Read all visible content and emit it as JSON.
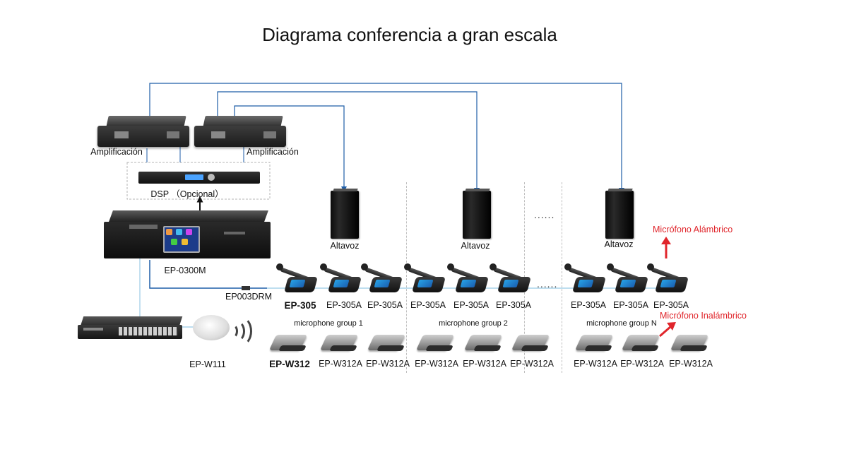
{
  "title": "Diagrama conferencia a gran escala",
  "amplifiers": [
    {
      "label": "Amplificación"
    },
    {
      "label": "Amplificación"
    }
  ],
  "dsp": {
    "label": "DSP （Opcional）"
  },
  "host": {
    "label": "EP-0300M"
  },
  "cable": {
    "label": "EP003DRM"
  },
  "access_point": {
    "label": "EP-W111"
  },
  "speakers": [
    {
      "label": "Altavoz"
    },
    {
      "label": "Altavoz"
    },
    {
      "label": "Altavoz"
    }
  ],
  "wired_annotation": "Micrófono Alámbrico",
  "wireless_annotation": "Micrófono Inalámbrico",
  "wired_mics": [
    {
      "label": "EP-305",
      "bold": true
    },
    {
      "label": "EP-305A"
    },
    {
      "label": "EP-305A"
    },
    {
      "label": "EP-305A"
    },
    {
      "label": "EP-305A"
    },
    {
      "label": "EP-305A"
    },
    {
      "label": "EP-305A"
    },
    {
      "label": "EP-305A"
    },
    {
      "label": "EP-305A"
    }
  ],
  "groups": [
    {
      "label": "microphone group 1"
    },
    {
      "label": "microphone group 2"
    },
    {
      "label": "microphone group N"
    }
  ],
  "wireless_mics": [
    {
      "label": "EP-W312",
      "bold": true
    },
    {
      "label": "EP-W312A"
    },
    {
      "label": "EP-W312A"
    },
    {
      "label": "EP-W312A"
    },
    {
      "label": "EP-W312A"
    },
    {
      "label": "EP-W312A"
    },
    {
      "label": "EP-W312A"
    },
    {
      "label": "EP-W312A"
    },
    {
      "label": "EP-W312A"
    }
  ],
  "ellipsis": "......",
  "colors": {
    "signal_line": "#1f5ea8",
    "network_line": "#a9d3ea",
    "annotation": "#e0252b"
  }
}
